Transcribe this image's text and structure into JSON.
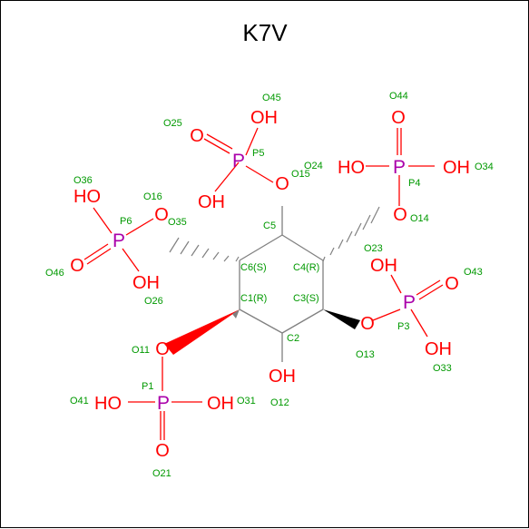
{
  "title": "K7V",
  "colors": {
    "oxygen": "#ff0000",
    "phosphorus": "#aa00aa",
    "carbon_bond": "#808080",
    "label": "#009900",
    "text": "#000000"
  },
  "atoms": {
    "P1": "P",
    "P3": "P",
    "P4": "P",
    "P5": "P",
    "P6": "P",
    "OH": "HO",
    "O": "O",
    "HOw": "OH"
  },
  "labels": {
    "O45": "O45",
    "O25": "O25",
    "P5": "P5",
    "O15": "O15",
    "O44": "O44",
    "O24": "O24",
    "P4": "P4",
    "O34": "O34",
    "O14": "O14",
    "O36": "O36",
    "O16": "O16",
    "P6": "P6",
    "O35": "O35",
    "O46": "O46",
    "O26": "O26",
    "C5": "C5",
    "O23": "O23",
    "C6": "C6(S)",
    "C4": "C4(R)",
    "O43": "O43",
    "C1": "C1(R)",
    "C3": "C3(S)",
    "P3": "P3",
    "O11": "O11",
    "C2": "C2",
    "O13": "O13",
    "O33": "O33",
    "P1": "P1",
    "O41": "O41",
    "O31": "O31",
    "O12": "O12",
    "O21": "O21"
  }
}
